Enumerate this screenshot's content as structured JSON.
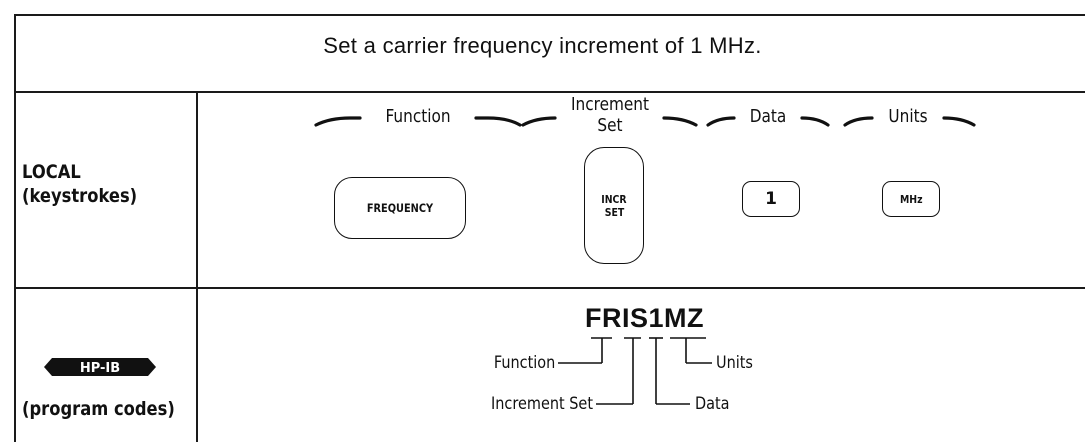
{
  "title": "Set a carrier frequency increment of 1 MHz.",
  "local": {
    "label_line1": "LOCAL",
    "label_line2": "(keystrokes)",
    "headers": {
      "function": "Function",
      "increment_line1": "Increment",
      "increment_line2": "Set",
      "data": "Data",
      "units": "Units"
    },
    "keys": {
      "frequency": "FREQUENCY",
      "incr_line1": "INCR",
      "incr_line2": "SET",
      "one": "1",
      "mhz": "MHz"
    }
  },
  "hpib": {
    "logo_text": "HP-IB",
    "label": "(program codes)",
    "code": "FRIS1MZ",
    "labels": {
      "function": "Function",
      "increment_set": "Increment Set",
      "data": "Data",
      "units": "Units"
    }
  }
}
